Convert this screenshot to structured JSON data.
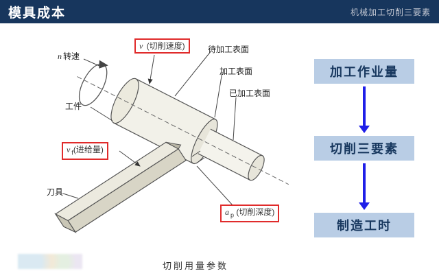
{
  "header": {
    "title": "模具成本",
    "subtitle": "机械加工切削三要素"
  },
  "diagram": {
    "caption": "切削用量参数",
    "labels": {
      "rotation": {
        "sym": "n",
        "rest": "转速"
      },
      "cutting_speed": {
        "sym": "v",
        "rest": " (切削速度)"
      },
      "surface_to_machine": "待加工表面",
      "surface_machining": "加工表面",
      "surface_machined": "已加工表面",
      "workpiece": "工件",
      "feed": {
        "sym": "v",
        "sub": "f",
        "rest": "(进给量)"
      },
      "tool": "刀具",
      "depth": {
        "sym": "a",
        "sub": "p",
        "rest": " (切削深度)"
      }
    }
  },
  "flow": {
    "items": [
      {
        "label": "加工作业量"
      },
      {
        "label": "切削三要素"
      },
      {
        "label": "制造工时"
      }
    ],
    "box_bg": "#b9cde5",
    "text_color": "#17375e",
    "arrow_color": "#1f1fe8"
  },
  "colors": {
    "header_bg": "#17365d",
    "red_box_border": "#e02b2b"
  }
}
